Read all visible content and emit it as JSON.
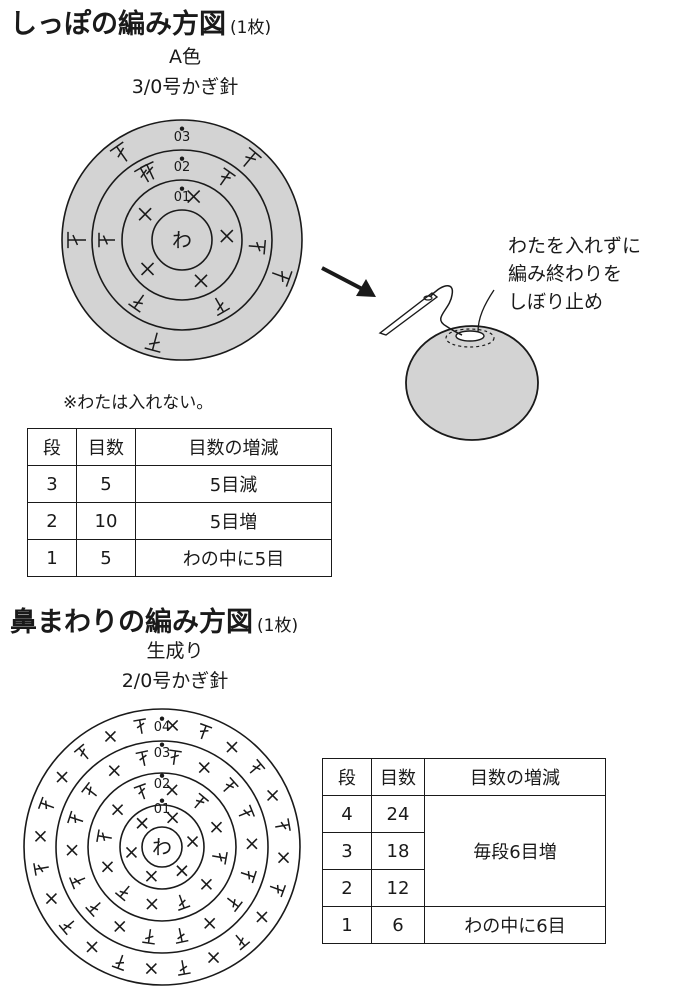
{
  "tail": {
    "title": "しっぽの編み方図",
    "count": "(1枚)",
    "color_label": "A色",
    "hook_label": "3/0号かぎ針",
    "center_label": "わ",
    "round_labels": [
      "1",
      "2",
      "3"
    ],
    "note": "※わたは入れない。",
    "callout_lines": [
      "わたを入れずに",
      "編み終わりを",
      "しぼり止め"
    ],
    "table": {
      "headers": [
        "段",
        "目数",
        "目数の増減"
      ],
      "rows": [
        {
          "round": "3",
          "stitches": "5",
          "change": "5目減"
        },
        {
          "round": "2",
          "stitches": "10",
          "change": "5目増"
        },
        {
          "round": "1",
          "stitches": "5",
          "change": "わの中に5目"
        }
      ]
    }
  },
  "nose": {
    "title": "鼻まわりの編み方図",
    "count": "(1枚)",
    "color_label": "生成り",
    "hook_label": "2/0号かぎ針",
    "center_label": "わ",
    "round_labels": [
      "1",
      "2",
      "3",
      "4"
    ],
    "table": {
      "headers": [
        "段",
        "目数",
        "目数の増減"
      ],
      "rows": [
        {
          "round": "4",
          "stitches": "24"
        },
        {
          "round": "3",
          "stitches": "18"
        },
        {
          "round": "2",
          "stitches": "12"
        },
        {
          "round": "1",
          "stitches": "6",
          "change": "わの中に6目"
        }
      ],
      "merged_change": "毎段6目増"
    }
  },
  "colors": {
    "ink": "#1a1a1a",
    "tail_fill": "#d3d3d3",
    "ball_fill": "#d3d3d3"
  }
}
